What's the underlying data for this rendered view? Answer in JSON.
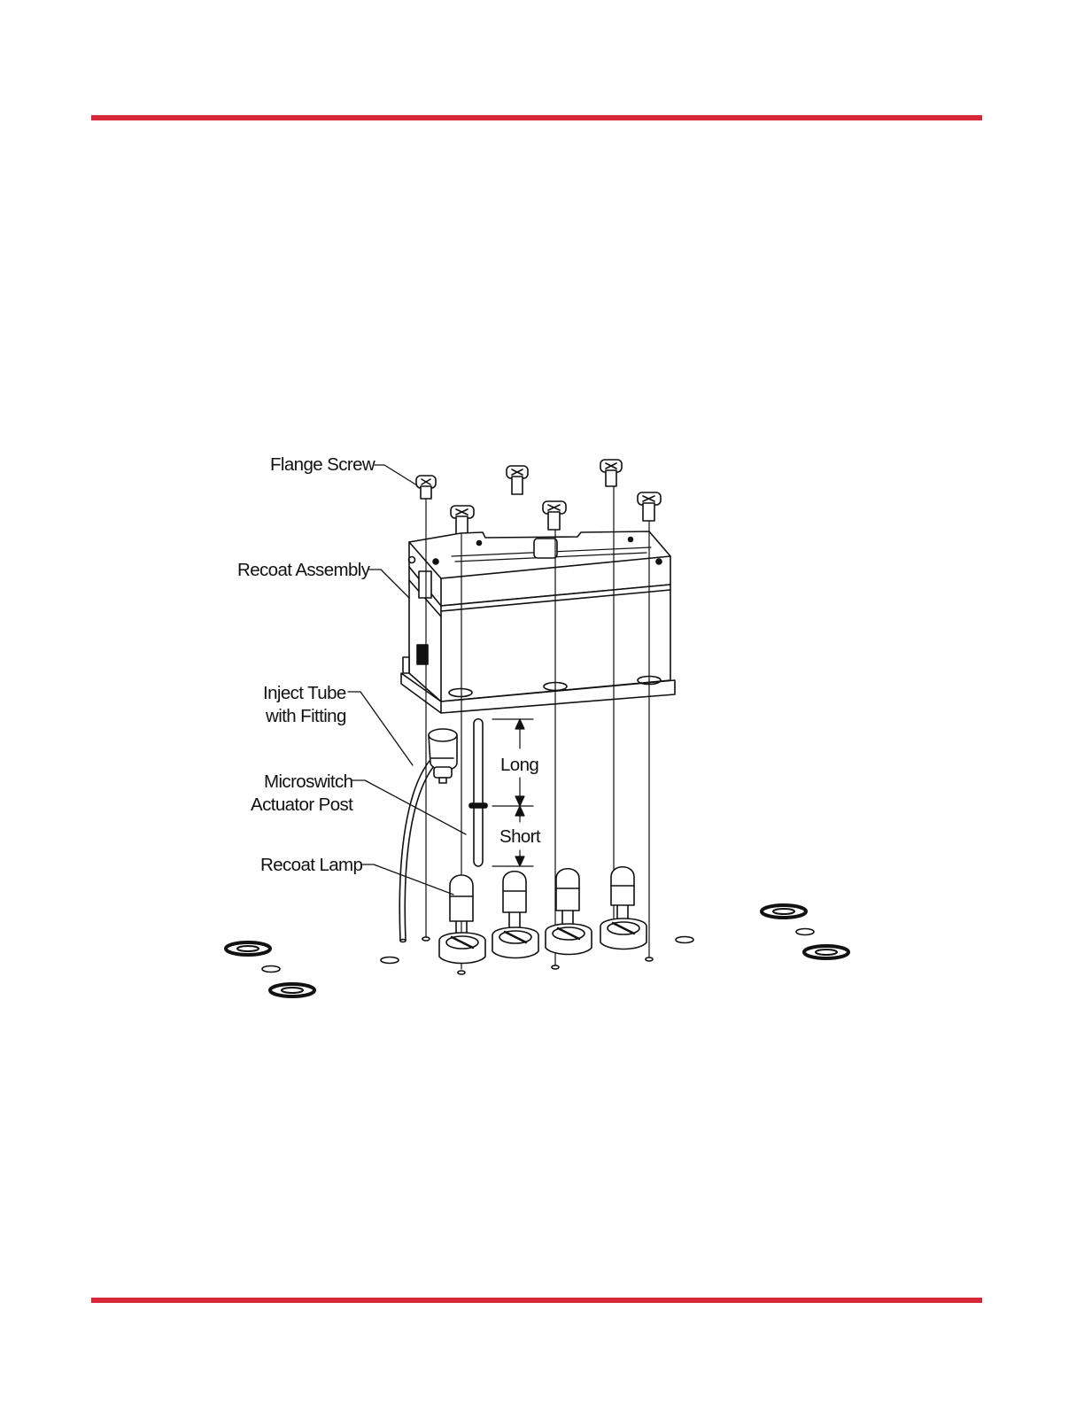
{
  "colors": {
    "rule": "#d62637",
    "ink": "#111111"
  },
  "figure": {
    "callouts": {
      "flange_screw": "Flange Screw",
      "recoat_assembly": "Recoat Assembly",
      "inject_tube_line1": "Inject Tube",
      "inject_tube_line2": "with Fitting",
      "microswitch_line1": "Microswitch",
      "microswitch_line2": "Actuator Post",
      "recoat_lamp": "Recoat Lamp"
    },
    "dimensions": {
      "long": "Long",
      "short": "Short"
    }
  }
}
